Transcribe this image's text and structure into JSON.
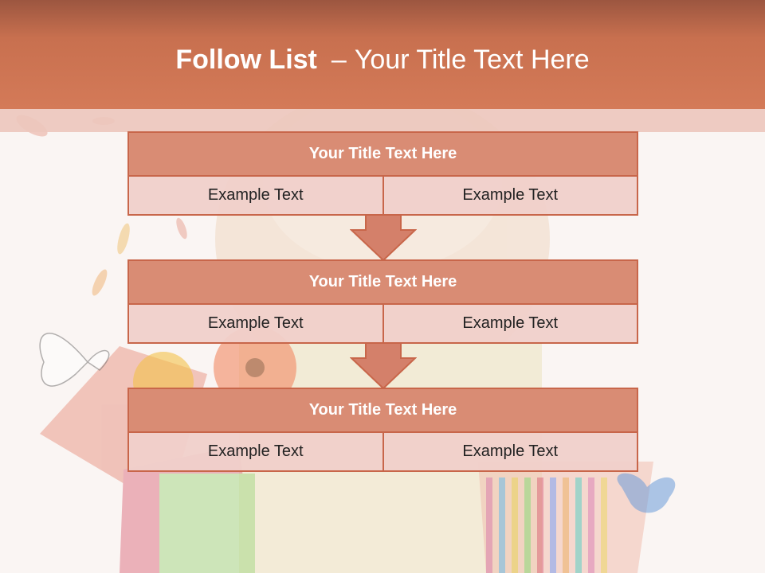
{
  "slide": {
    "title_bold": "Follow List",
    "title_separator": "–",
    "title_rest": "Your Title Text Here"
  },
  "blocks": [
    {
      "title": "Your Title Text Here",
      "cells": [
        "Example Text",
        "Example Text"
      ]
    },
    {
      "title": "Your Title Text Here",
      "cells": [
        "Example Text",
        "Example Text"
      ]
    },
    {
      "title": "Your Title Text Here",
      "cells": [
        "Example Text",
        "Example Text"
      ]
    }
  ],
  "colors": {
    "header": "#c8704f",
    "block_title": "#d98c74",
    "cell": "#f0d0ca",
    "border": "#c8664a",
    "arrow": "#d4806a"
  }
}
